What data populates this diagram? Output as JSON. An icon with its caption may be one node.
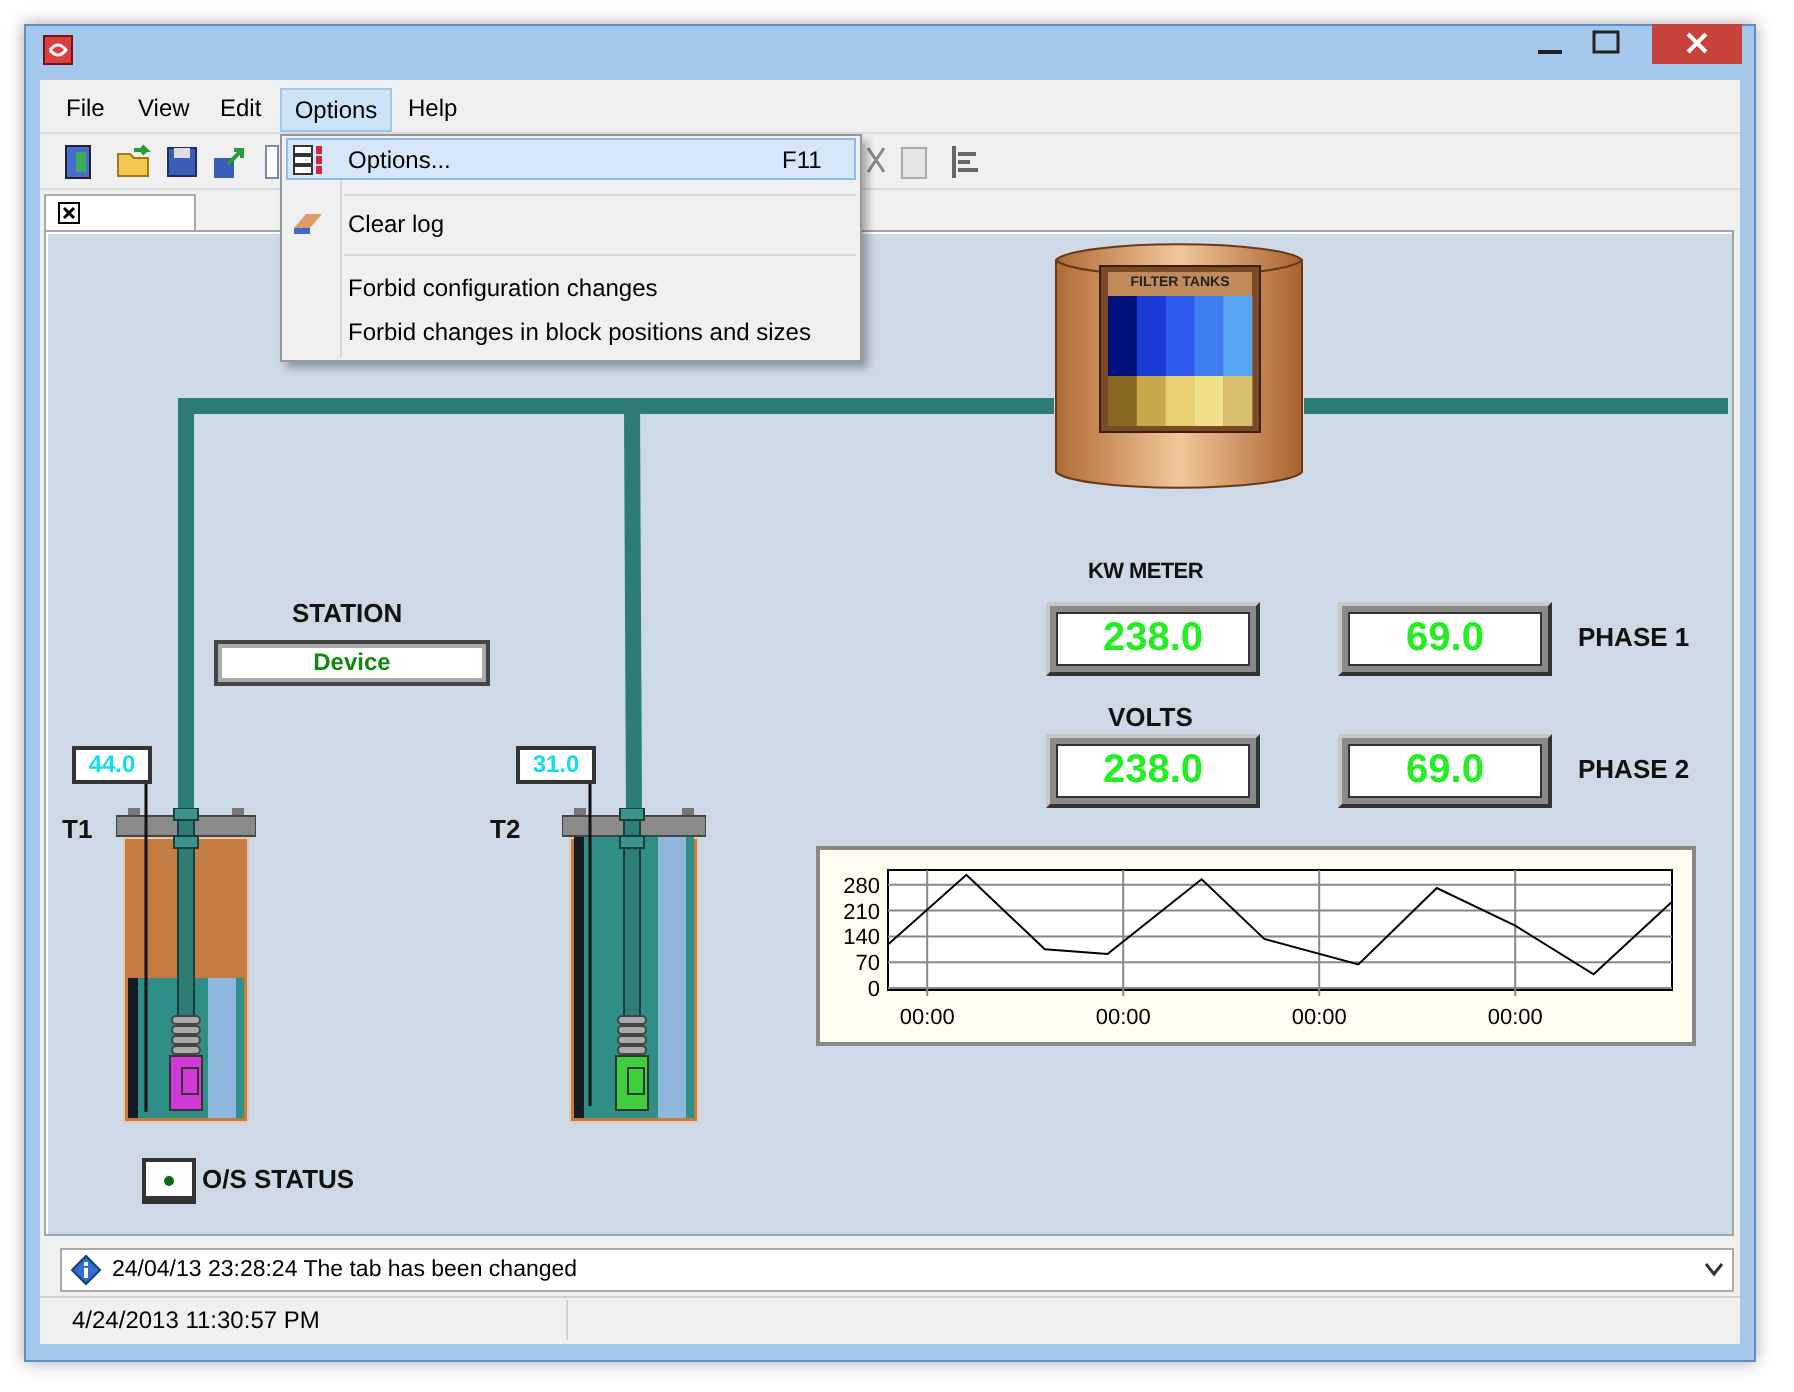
{
  "diagram": {
    "nodes": [
      {
        "text": [
          "FILTER TANKS"
        ]
      },
      {
        "text": [],
        "shape": "box",
        "beside": [
          "T1"
        ]
      },
      {
        "text": [],
        "shape": "box",
        "beside": [
          "T2"
        ]
      }
    ],
    "edges": [
      {
        "from": 1,
        "to": 0,
        "arrow": "none"
      },
      {
        "from": 2,
        "to": 0,
        "arrow": "none"
      },
      {
        "from": 0,
        "to": null,
        "arrow": "none"
      }
    ],
    "labels": [
      "File",
      "View",
      "Edit",
      "Options",
      "Help",
      "Options...",
      "F11",
      "Clear log",
      "Forbid configuration changes",
      "Forbid changes in block positions and sizes",
      "STATION",
      "Device",
      "44.0",
      "31.0",
      "O/S STATUS",
      "KW METER",
      "238.0",
      "69.0",
      "PHASE 1",
      "VOLTS",
      "238.0",
      "69.0",
      "PHASE 2",
      "24/04/13 23:28:24 The tab has been changed",
      "4/24/2013 11:30:57 PM"
    ],
    "chart_data": {
      "type": "line",
      "x": [
        0,
        0.001,
        0.002,
        0.0028,
        0.004,
        0.0048,
        0.006,
        0.007,
        0.008,
        0.009,
        0.01
      ],
      "series": [
        {
          "color": "#000000",
          "values": [
            118,
            307,
            105,
            92,
            295,
            133,
            64,
            271,
            169,
            37,
            234
          ]
        }
      ],
      "xlim": [
        0,
        0.01
      ],
      "ylim": [
        0,
        320
      ],
      "grid": true,
      "yticks": [
        0,
        70,
        140,
        210,
        280
      ],
      "xticks": [
        {
          "value": 0.0005,
          "label": "00:00"
        },
        {
          "value": 0.003,
          "label": "00:00"
        },
        {
          "value": 0.0055,
          "label": "00:00"
        },
        {
          "value": 0.008,
          "label": "00:00"
        }
      ]
    }
  }
}
